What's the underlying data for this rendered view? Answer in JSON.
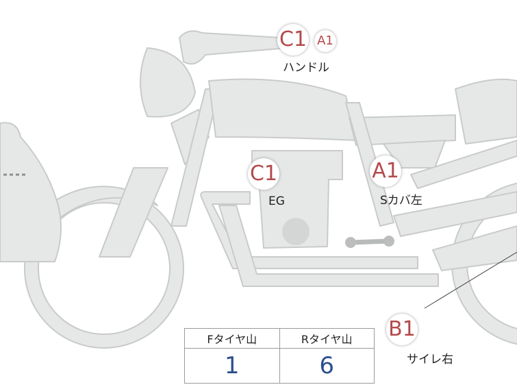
{
  "markers": [
    {
      "id": "c1-handle",
      "code": "C1"
    },
    {
      "id": "a1-handle",
      "code": "A1"
    },
    {
      "id": "c1-eg",
      "code": "C1"
    },
    {
      "id": "a1-side-cover",
      "code": "A1"
    },
    {
      "id": "b1-side-right",
      "code": "B1"
    }
  ],
  "labels": {
    "handle": "ハンドル",
    "engine": "EG",
    "side_cover_left": "Sカバ左",
    "side_right": "サイレ右"
  },
  "tire_table": {
    "headers": [
      "Fタイヤ山",
      "Rタイヤ山"
    ],
    "values": [
      "1",
      "6"
    ]
  },
  "colors": {
    "bike_fill": "#e6e7e7",
    "bike_stroke": "#c8c9c9",
    "marker_text": "#b44a4a",
    "value_text": "#2c4f8e"
  }
}
